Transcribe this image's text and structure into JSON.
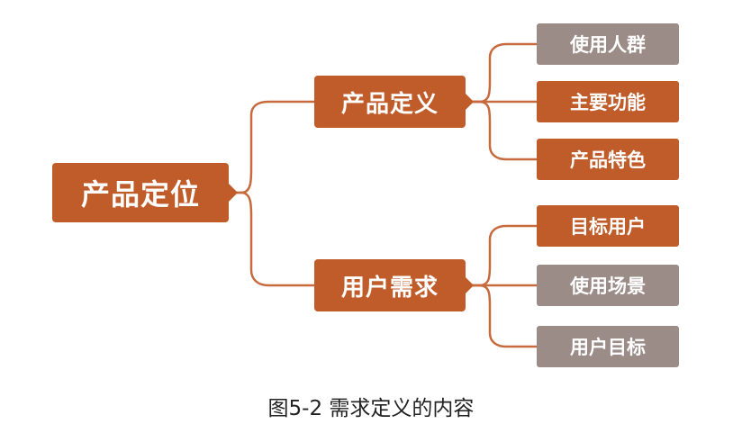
{
  "diagram": {
    "root": {
      "label": "产品定位"
    },
    "branches": [
      {
        "label": "产品定义",
        "children": [
          {
            "label": "使用人群",
            "style": "gray"
          },
          {
            "label": "主要功能",
            "style": "orange"
          },
          {
            "label": "产品特色",
            "style": "orange"
          }
        ]
      },
      {
        "label": "用户需求",
        "children": [
          {
            "label": "目标用户",
            "style": "orange"
          },
          {
            "label": "使用场景",
            "style": "gray"
          },
          {
            "label": "用户目标",
            "style": "gray"
          }
        ]
      }
    ],
    "colors": {
      "primary": "#c05c2a",
      "secondary": "#9b8c87",
      "connector": "#c76a3d"
    }
  },
  "caption": "图5-2 需求定义的内容"
}
